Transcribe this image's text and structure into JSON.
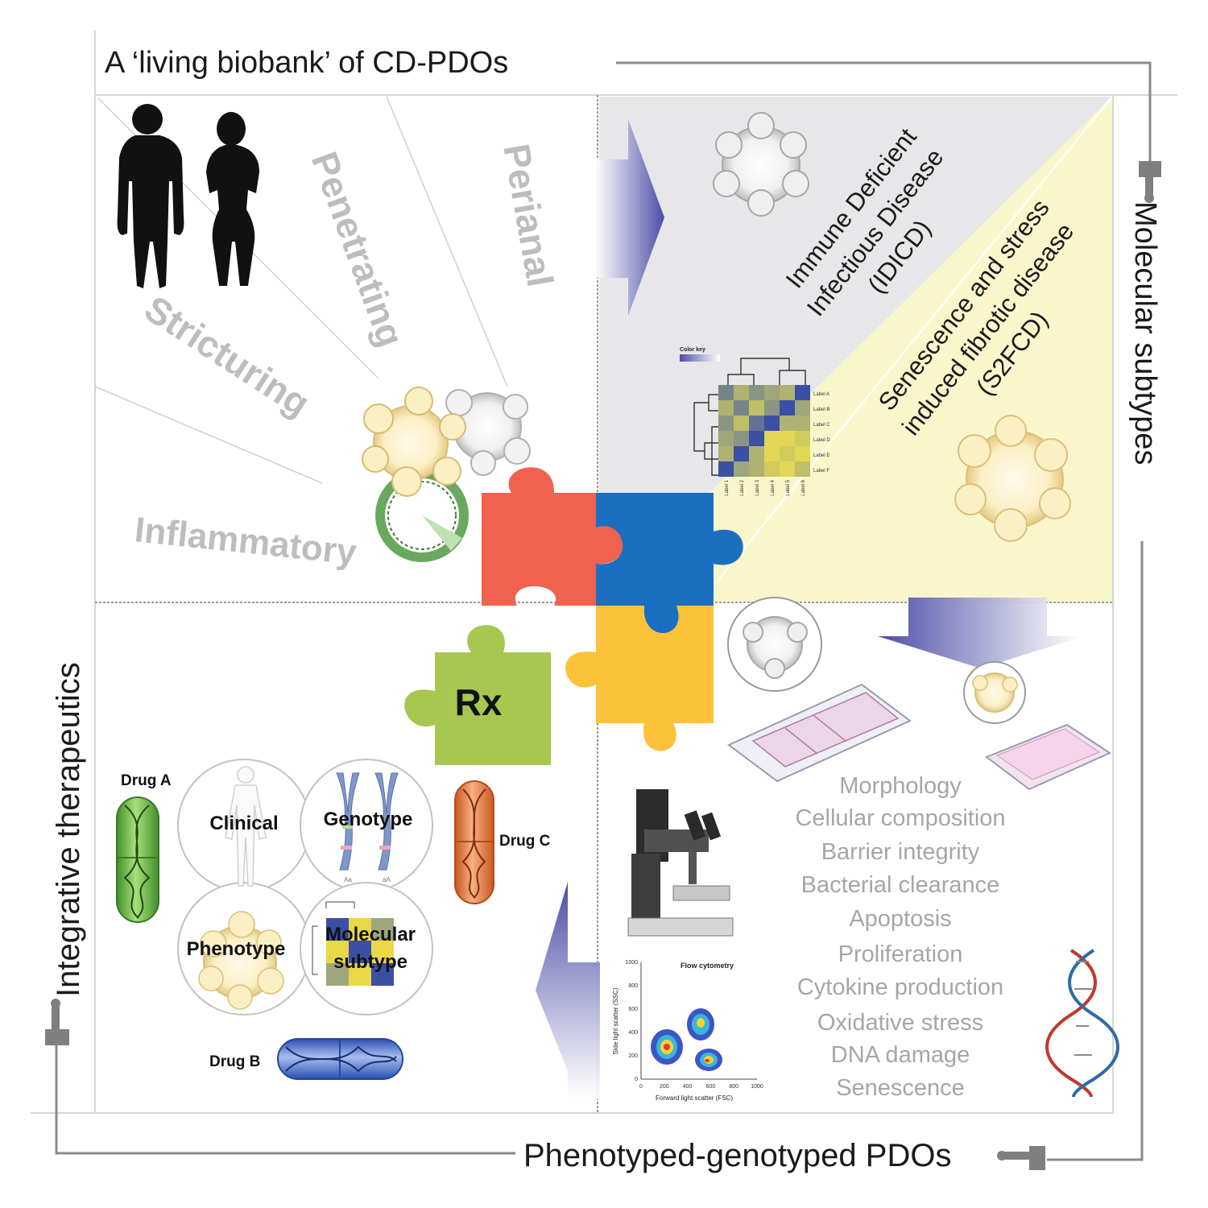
{
  "titles": {
    "top": "A ‘living biobank’ of CD-PDOs",
    "bottom": "Phenotyped-genotyped PDOs",
    "right": "Molecular subtypes",
    "left": "Integrative therapeutics"
  },
  "phenotypes": {
    "stricturing": "Stricturing",
    "penetrating": "Penetrating",
    "perianal": "Perianal",
    "inflammatory": "Inflammatory"
  },
  "subtypes": {
    "idicd_line1": "Immune Deficient",
    "idicd_line2": "Infectious Disease",
    "idicd_line3": "(IDICD)",
    "s2fcd_line1": "Senescence and stress",
    "s2fcd_line2": "induced fibrotic disease",
    "s2fcd_line3": "(S2FCD)"
  },
  "heatmap": {
    "color_key": "Color key",
    "row_labels": [
      "Label A",
      "Label B",
      "Label C",
      "Label D",
      "Label E",
      "Label F"
    ],
    "col_labels": [
      "Label 1",
      "Label 2",
      "Label 3",
      "Label 4",
      "Label 5",
      "Label 6"
    ],
    "cells": [
      [
        0.3,
        0.6,
        0.4,
        0.5,
        0.6,
        0.0
      ],
      [
        0.6,
        0.3,
        0.7,
        0.4,
        0.0,
        0.5
      ],
      [
        0.4,
        0.7,
        0.2,
        0.0,
        0.6,
        0.6
      ],
      [
        0.5,
        0.4,
        0.0,
        0.9,
        0.9,
        0.8
      ],
      [
        0.6,
        0.0,
        0.6,
        0.9,
        0.8,
        0.9
      ],
      [
        0.0,
        0.5,
        0.6,
        0.8,
        0.9,
        0.7
      ]
    ]
  },
  "puzzle": {
    "rx_label": "Rx"
  },
  "assays": [
    "Morphology",
    "Cellular composition",
    "Barrier integrity",
    "Bacterial clearance",
    "Apoptosis",
    "Proliferation",
    "Cytokine production",
    "Oxidative stress",
    "DNA damage",
    "Senescence"
  ],
  "flow": {
    "title": "Flow cytometry",
    "xlabel": "Forward light scatter (FSC)",
    "ylabel": "Side light scatter (SSC)",
    "xticks": [
      "0",
      "200",
      "400",
      "600",
      "800",
      "1000"
    ],
    "yticks": [
      "0",
      "200",
      "400",
      "600",
      "800",
      "1000"
    ]
  },
  "therapeutics": {
    "drug_a": "Drug A",
    "drug_b": "Drug B",
    "drug_c": "Drug C",
    "clinical": "Clinical",
    "genotype": "Genotype",
    "phenotype": "Phenotype",
    "molecular_line1": "Molecular",
    "molecular_line2": "subtype",
    "allele_1": "Aa",
    "allele_2": "aA"
  },
  "colors": {
    "puzzle_red": "#f0614f",
    "puzzle_blue": "#1b6fc0",
    "puzzle_yellow": "#fcc23a",
    "puzzle_green": "#a7c750",
    "idicd_bg": "#e7e7ea",
    "s2fcd_bg": "#faf6cc",
    "arrow": "#4b4ba6",
    "phenotype_text": "#bdbdbd",
    "assay_text": "#a6a6a6"
  }
}
